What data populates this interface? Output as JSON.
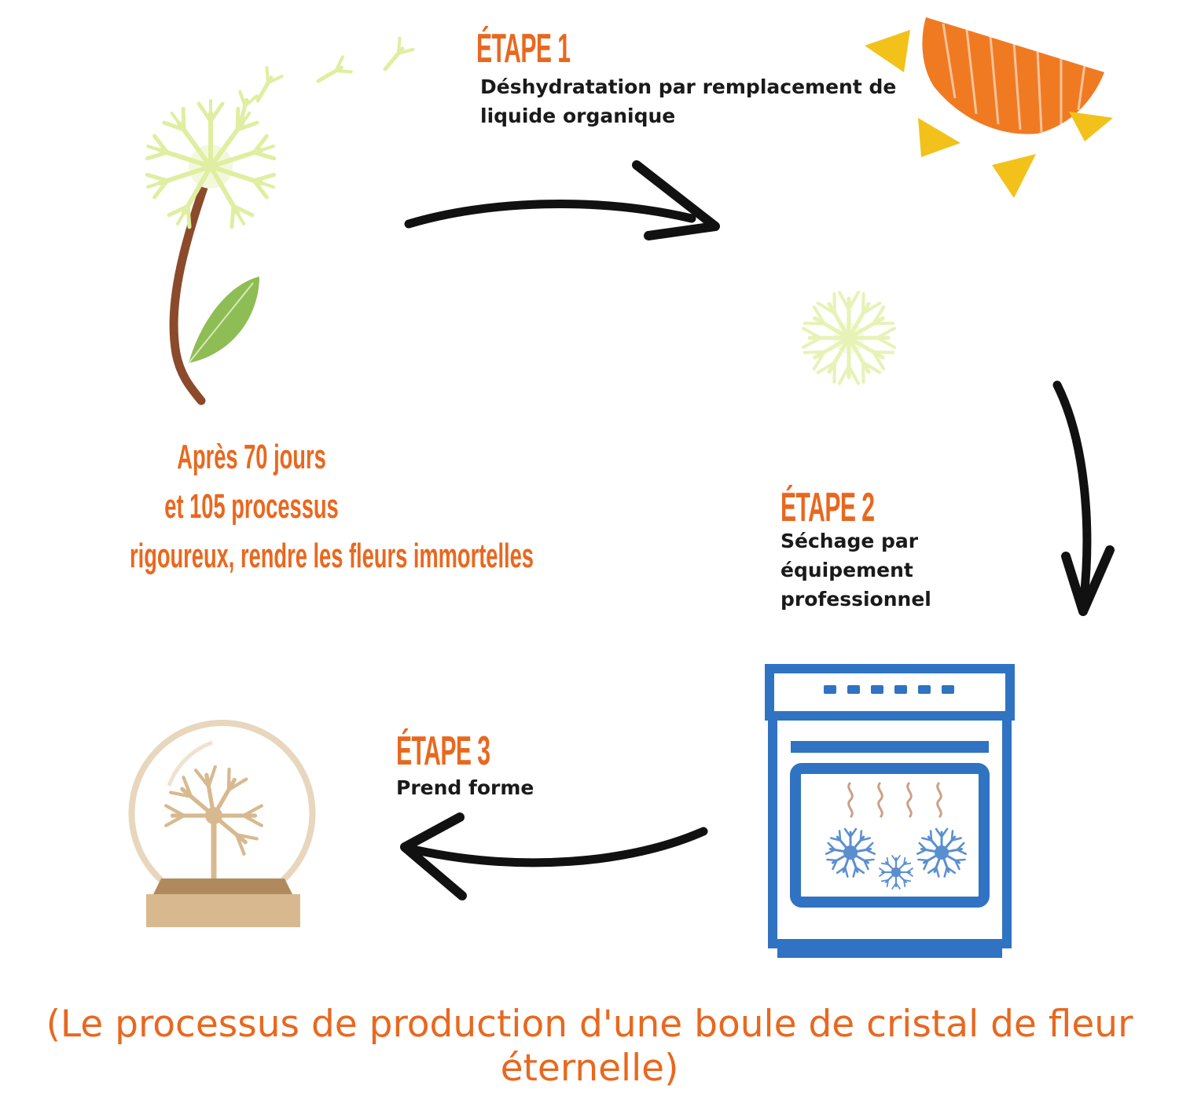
{
  "steps": [
    {
      "title": "ÉTAPE 1",
      "lines": [
        "Déshydratation par remplacement de",
        "liquide organique"
      ]
    },
    {
      "title": "ÉTAPE 2",
      "lines": [
        "Séchage par",
        "équipement",
        "professionnel"
      ]
    },
    {
      "title": "ÉTAPE 3",
      "lines": [
        "Prend forme"
      ]
    }
  ],
  "intro": {
    "lines": [
      "Après 70 jours",
      "et 105 processus",
      "rigoureux, rendre les fleurs immortelles"
    ]
  },
  "caption": {
    "lines": [
      "(Le processus de production d'une boule de cristal de fleur",
      "éternelle)"
    ]
  },
  "colors": {
    "accent_orange": "#e8681f",
    "text_dark": "#1a1a1a",
    "arrow_black": "#111111",
    "dandelion_green": "#e2f0a6",
    "stem_brown": "#8b4a2b",
    "leaf_green": "#8fbd55",
    "sun_orange": "#f07a22",
    "sun_yellow": "#f2c21b",
    "oven_blue": "#2f73c2",
    "globe_tan": "#d8b98f"
  },
  "icons": [
    "dandelion-icon",
    "sun-icon",
    "seed-head-icon",
    "oven-icon",
    "crystal-globe-icon",
    "arrow-right-icon",
    "arrow-down-icon",
    "arrow-left-icon"
  ]
}
